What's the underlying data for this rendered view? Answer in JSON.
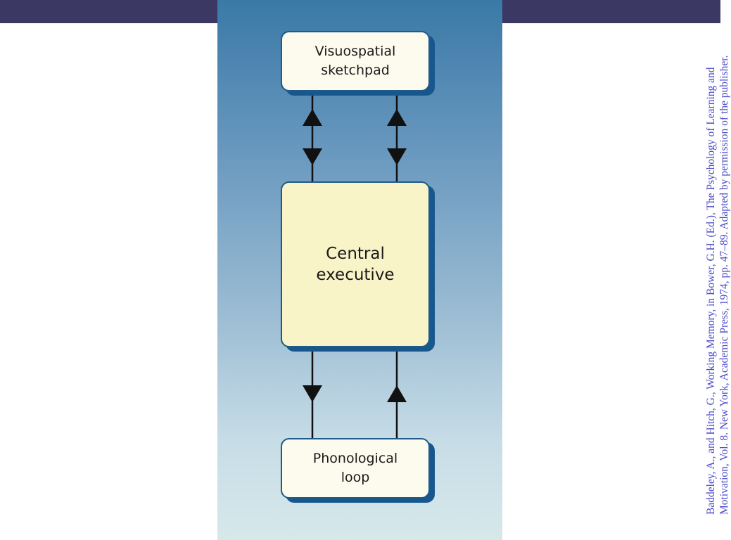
{
  "colors": {
    "top_bar": "#3b3963",
    "panel_gradient_top": "#3a79a7",
    "panel_gradient_bottom": "#d6e8ea",
    "box_border": "#1f5a88",
    "box_shadow": "#17578e",
    "box_fill_light": "#fcfbee",
    "box_fill_executive": "#f9f4c7",
    "arrow": "#111111",
    "citation_text": "#4b4ac8"
  },
  "diagram": {
    "nodes": {
      "visuospatial_sketchpad": "Visuospatial\nsketchpad",
      "central_executive": "Central\nexecutive",
      "phonological_loop": "Phonological\nloop"
    },
    "connections": [
      {
        "from": "central_executive",
        "to": "visuospatial_sketchpad",
        "direction": "bidirectional"
      },
      {
        "from": "central_executive",
        "to": "visuospatial_sketchpad",
        "direction": "bidirectional"
      },
      {
        "from": "central_executive",
        "to": "phonological_loop",
        "direction": "forward"
      },
      {
        "from": "phonological_loop",
        "to": "central_executive",
        "direction": "forward"
      }
    ]
  },
  "citation": "Baddeley, A., and Hitch, G., Working Memory, in Bower, G.H. (Ed.), The Psychology of Learning and\nMotivation, Vol. 8. New York, Academic Press, 1974, pp. 47–89. Adapted by permission of the publisher."
}
